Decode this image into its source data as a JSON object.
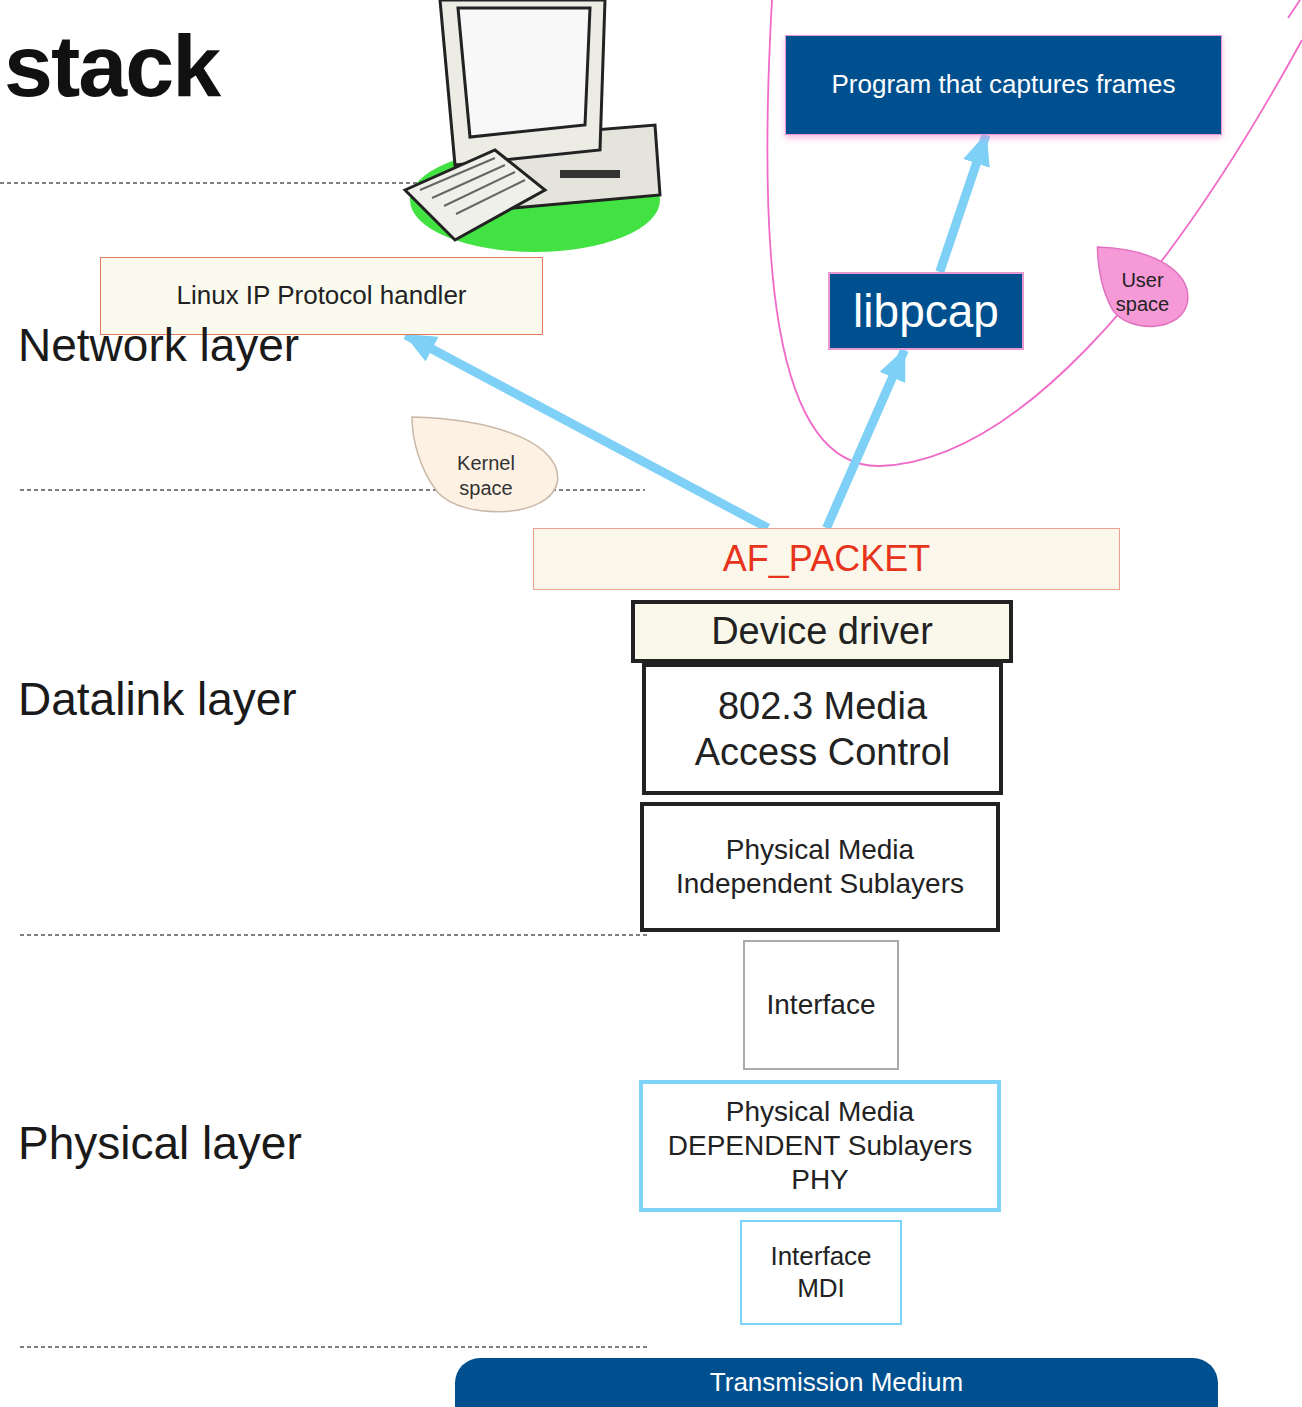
{
  "diagram": {
    "title": "stack",
    "nodes": [
      {
        "text": [
          "Program that captures frames"
        ]
      },
      {
        "text": [
          "Linux IP Protocol handler"
        ]
      },
      {
        "text": [
          "libpcap"
        ]
      },
      {
        "text": [
          "User space"
        ]
      },
      {
        "text": [
          "Kernel space"
        ]
      },
      {
        "text": [
          "AF_PACKET"
        ]
      },
      {
        "text": [
          "Device driver"
        ]
      },
      {
        "text": [
          "802.3 Media Access Control"
        ]
      },
      {
        "text": [
          "Physical Media Independent Sublayers"
        ]
      },
      {
        "text": [
          "Interface"
        ]
      },
      {
        "text": [
          "Physical Media DEPENDENT Sublayers PHY"
        ]
      },
      {
        "text": [
          "Interface MDI"
        ]
      },
      {
        "text": [
          "Transmission Medium"
        ]
      }
    ],
    "edges": [
      {
        "from": 2,
        "to": 0,
        "arrow": "to"
      },
      {
        "from": 5,
        "to": 1,
        "arrow": "to"
      },
      {
        "from": 5,
        "to": 2,
        "arrow": "to"
      }
    ],
    "labels": [
      "Network layer",
      "Datalink layer",
      "Physical layer"
    ]
  }
}
